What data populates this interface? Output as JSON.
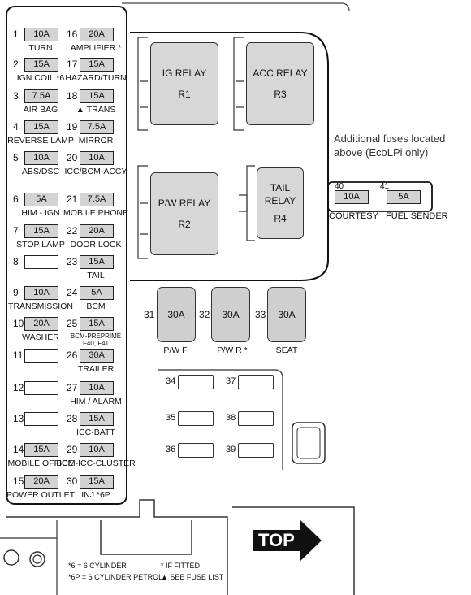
{
  "left_fuses": [
    {
      "no": "1",
      "amp": "10A",
      "label": "TURN"
    },
    {
      "no": "2",
      "amp": "15A",
      "label": "IGN COIL *6"
    },
    {
      "no": "3",
      "amp": "7.5A",
      "label": "AIR BAG"
    },
    {
      "no": "4",
      "amp": "15A",
      "label": "REVERSE LAMP"
    },
    {
      "no": "5",
      "amp": "10A",
      "label": "ABS/DSC"
    },
    {
      "no": "6",
      "amp": "5A",
      "label": "HIM - IGN"
    },
    {
      "no": "7",
      "amp": "15A",
      "label": "STOP LAMP"
    },
    {
      "no": "8",
      "amp": "",
      "label": ""
    },
    {
      "no": "9",
      "amp": "10A",
      "label": "TRANSMISSION"
    },
    {
      "no": "10",
      "amp": "20A",
      "label": "WASHER"
    },
    {
      "no": "11",
      "amp": "",
      "label": ""
    },
    {
      "no": "12",
      "amp": "",
      "label": ""
    },
    {
      "no": "13",
      "amp": "",
      "label": ""
    },
    {
      "no": "14",
      "amp": "15A",
      "label": "MOBILE OFFICE"
    },
    {
      "no": "15",
      "amp": "20A",
      "label": "POWER OUTLET"
    }
  ],
  "right_fuses": [
    {
      "no": "16",
      "amp": "20A",
      "label": "AMPLIFIER *"
    },
    {
      "no": "17",
      "amp": "15A",
      "label": "HAZARD/TURN"
    },
    {
      "no": "18",
      "amp": "15A",
      "label": "▲ TRANS"
    },
    {
      "no": "19",
      "amp": "7.5A",
      "label": "MIRROR"
    },
    {
      "no": "20",
      "amp": "10A",
      "label": "ICC/BCM-ACCY"
    },
    {
      "no": "21",
      "amp": "7.5A",
      "label": "MOBILE PHONE"
    },
    {
      "no": "22",
      "amp": "20A",
      "label": "DOOR LOCK"
    },
    {
      "no": "23",
      "amp": "15A",
      "label": "TAIL"
    },
    {
      "no": "24",
      "amp": "5A",
      "label": "BCM"
    },
    {
      "no": "25",
      "amp": "15A",
      "label": "BCM-PREPRIME",
      "sub": "F40, F41"
    },
    {
      "no": "26",
      "amp": "30A",
      "label": "TRAILER"
    },
    {
      "no": "27",
      "amp": "10A",
      "label": "HIM / ALARM"
    },
    {
      "no": "28",
      "amp": "15A",
      "label": "ICC-BATT"
    },
    {
      "no": "29",
      "amp": "10A",
      "label": "BCM-ICC-CLUSTER"
    },
    {
      "no": "30",
      "amp": "15A",
      "label": "INJ *6P"
    }
  ],
  "relays": [
    {
      "name": "IG RELAY",
      "id": "R1"
    },
    {
      "name": "ACC RELAY",
      "id": "R3"
    },
    {
      "name": "P/W RELAY",
      "id": "R2"
    },
    {
      "name_line1": "TAIL",
      "name_line2": "RELAY",
      "id": "R4"
    }
  ],
  "big_fuses": [
    {
      "no": "31",
      "amp": "30A",
      "label": "P/W F"
    },
    {
      "no": "32",
      "amp": "30A",
      "label": "P/W R *"
    },
    {
      "no": "33",
      "amp": "30A",
      "label": "SEAT"
    }
  ],
  "spare_slots": [
    "34",
    "35",
    "36",
    "37",
    "38",
    "39"
  ],
  "additional": {
    "note_line1": "Additional fuses located",
    "note_line2": "above (EcoLPi only)",
    "fuses": [
      {
        "no": "40",
        "amp": "10A",
        "label": "COURTESY"
      },
      {
        "no": "41",
        "amp": "5A",
        "label": "FUEL SENDER"
      }
    ]
  },
  "top_arrow": "TOP",
  "legend": {
    "six_cyl": "*6 = 6 CYLINDER",
    "six_petrol": "*6P = 6 CYLINDER PETROL",
    "if_fitted": "* IF FITTED",
    "see_list": "▲ SEE FUSE LIST"
  }
}
